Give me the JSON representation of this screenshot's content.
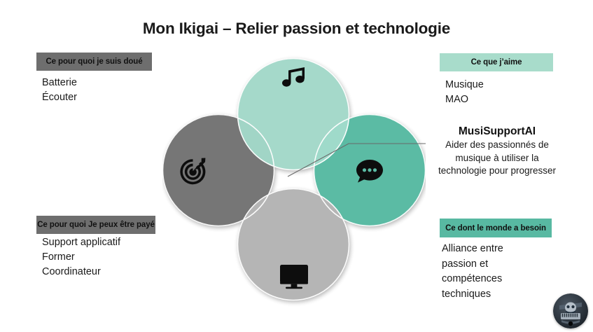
{
  "slide": {
    "title": "Mon Ikigai – Relier passion et technologie",
    "background": "#ffffff"
  },
  "quadrants": [
    {
      "id": "gifted",
      "chip_label": "Ce pour quoi je suis doué",
      "chip_color": "#6E6E6E",
      "items": "Batterie\nÉcouter",
      "circle_color": "#767676",
      "icon": "target-icon"
    },
    {
      "id": "love",
      "chip_label": "Ce que j’aime",
      "chip_color": "#A8DCCB",
      "items": "Musique\nMAO",
      "circle_color": "#A5DDCC",
      "icon": "music-note-icon"
    },
    {
      "id": "paid",
      "chip_label": "Ce pour quoi Je peux être payé",
      "chip_color": "#6E6E6E",
      "items": "Support applicatif\nFormer\nCoordinateur",
      "circle_color": "#B5B5B5",
      "icon": "monitor-icon"
    },
    {
      "id": "world",
      "chip_label": "Ce dont le monde a besoin",
      "chip_color": "#58B9A2",
      "items": "Alliance entre\npassion et\ncompétences\ntechniques",
      "circle_color": "#5BBBA4",
      "icon": "speech-bubble-icon"
    }
  ],
  "callout": {
    "title": "MusiSupportAI",
    "description": "Aider des passionnés de\nmusique à utiliser la\ntechnologie pour progresser"
  },
  "badge": {
    "alt": "logo-badge"
  },
  "colors": {
    "accent_light": "#A5DDCC",
    "accent_teal": "#5BBBA4",
    "gray_dark": "#767676",
    "gray_light": "#B5B5B5",
    "text": "#1a1a1a",
    "stroke": "#ffffff"
  }
}
